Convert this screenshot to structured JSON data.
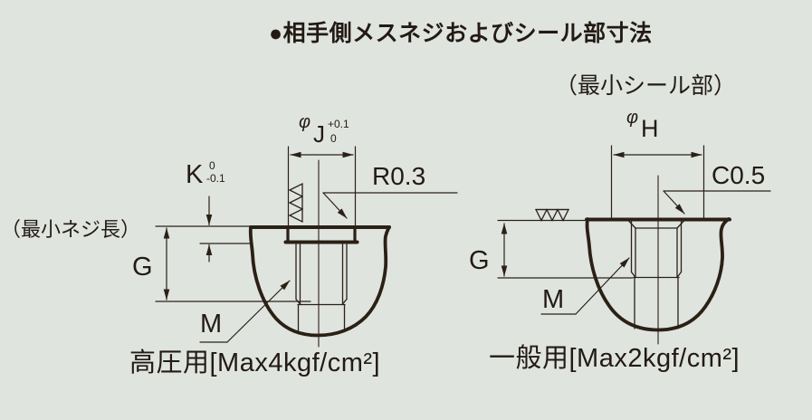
{
  "title": "●相手側メスネジおよびシール部寸法",
  "colors": {
    "background": "#dfe4df",
    "line": "#2b2016",
    "text": "#231a14"
  },
  "left_diagram": {
    "type_caption": "高圧用[Max4kgf/cm²]",
    "min_thread_length_label": "（最小ネジ長）",
    "thread_depth_label": "G",
    "thread_size_label": "M",
    "counterbore_diameter": {
      "phi": "φ",
      "letter": "J",
      "tolerance_upper": "+0.1",
      "tolerance_lower": "0"
    },
    "counterbore_depth": {
      "letter": "K",
      "tolerance_upper": "0",
      "tolerance_lower": "-0.1"
    },
    "corner_radius_label": "R0.3"
  },
  "right_diagram": {
    "type_caption": "一般用[Max2kgf/cm²]",
    "min_seal_label": "（最小シール部）",
    "seal_diameter": {
      "phi": "φ",
      "letter": "H"
    },
    "chamfer_label": "C0.5",
    "thread_depth_label": "G",
    "thread_size_label": "M"
  }
}
